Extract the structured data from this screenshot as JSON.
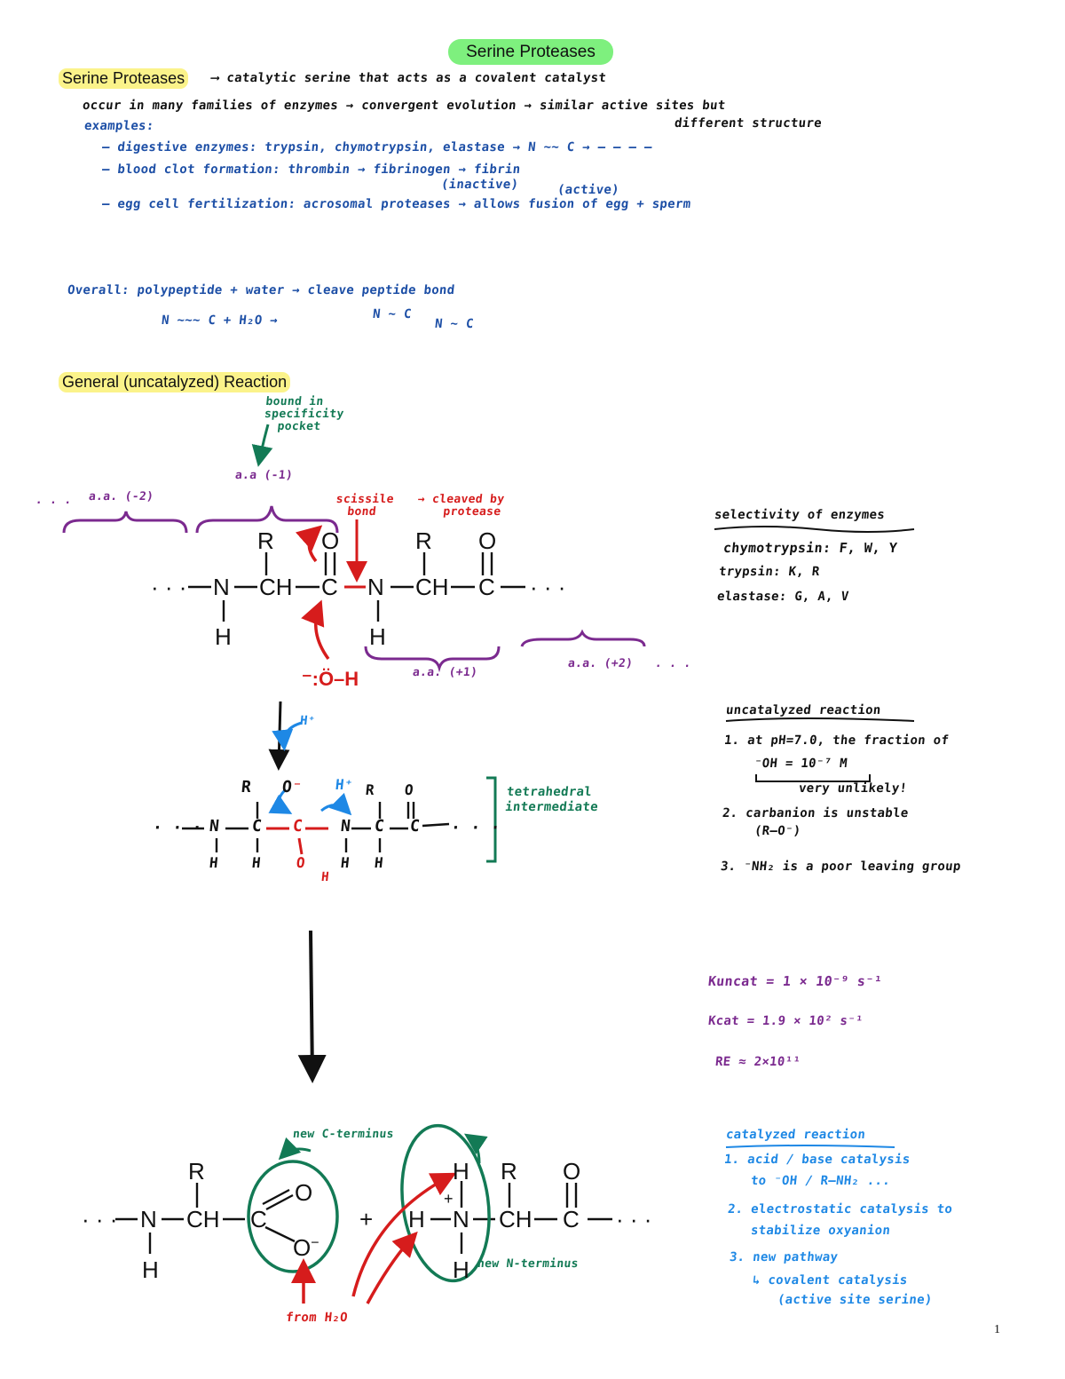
{
  "title": "Serine Proteases",
  "intro": {
    "heading": "Serine Proteases",
    "definition": "catalytic serine that acts as a covalent catalyst",
    "occur": "occur in many families of enzymes → convergent evolution → similar active sites but",
    "occur_cont": "different structure",
    "examples_label": "examples:",
    "example1": "– digestive enzymes: trypsin, chymotrypsin, elastase → N ∼∼ C → – – – –",
    "example2": "– blood clot formation: thrombin → fibrinogen → fibrin",
    "example2_inactive": "(inactive)",
    "example2_active": "(active)",
    "example3": "– egg cell fertilization: acrosomal proteases → allows fusion of egg + sperm"
  },
  "overall": {
    "line1": "Overall: polypeptide + water → cleave peptide bond",
    "line2_left": "N ∼∼∼ C  +  H₂O  →",
    "line2_p1": "N ∼ C",
    "line2_p2": "N ∼ C"
  },
  "general": {
    "heading": "General (uncatalyzed) Reaction",
    "bound_note": [
      "bound in",
      "specificity",
      "pocket"
    ],
    "aa_minus1": "a.a (-1)",
    "aa_minus2": "a.a. (-2)",
    "dots_left": ". . .",
    "scissile": [
      "scissile",
      "bond"
    ],
    "cleaved": [
      "→ cleaved by",
      "protease"
    ],
    "aa_plus1": "a.a. (+1)",
    "aa_plus2": "a.a. (+2)",
    "dots_right": ". . .",
    "hydroxide": "⁻:Ö–H",
    "proton": "H⁺",
    "tetra_label": [
      "tetrahedral",
      "intermediate"
    ]
  },
  "selectivity": {
    "heading": "selectivity of enzymes",
    "items": [
      "chymotrypsin: F, W, Y",
      "trypsin: K, R",
      "elastase: G, A, V"
    ]
  },
  "uncatalyzed": {
    "heading": "uncatalyzed reaction",
    "items": [
      "1. at pH=7.0, the fraction of",
      "⁻OH = 10⁻⁷ M",
      "very unlikely!",
      "2. carbanion is unstable",
      "(R–O⁻)",
      "3. ⁻NH₂ is a poor leaving group"
    ]
  },
  "rates": {
    "kuncat": "Kuncat = 1 × 10⁻⁹ s⁻¹",
    "kcat": "Kcat = 1.9 × 10² s⁻¹",
    "re": "RE ≈ 2×10¹¹"
  },
  "products": {
    "new_c": "new C-terminus",
    "new_n": "new N-terminus",
    "from_h2o": "from H₂O"
  },
  "catalyzed": {
    "heading": "catalyzed reaction",
    "items": [
      "1. acid / base catalysis",
      "to ⁻OH / R–NH₂ ...",
      "2. electrostatic catalysis to",
      "stabilize oxyanion",
      "3. new pathway",
      "↳ covalent catalysis",
      "(active site serine)"
    ]
  },
  "page_number": "1",
  "colors": {
    "highlight_yellow": "#fbf38a",
    "title_green": "#7ef07e",
    "navy": "#1d4fa6",
    "sky": "#1e88e5",
    "purple": "#7b2a8f",
    "red": "#d61c1c",
    "green": "#137a55"
  }
}
